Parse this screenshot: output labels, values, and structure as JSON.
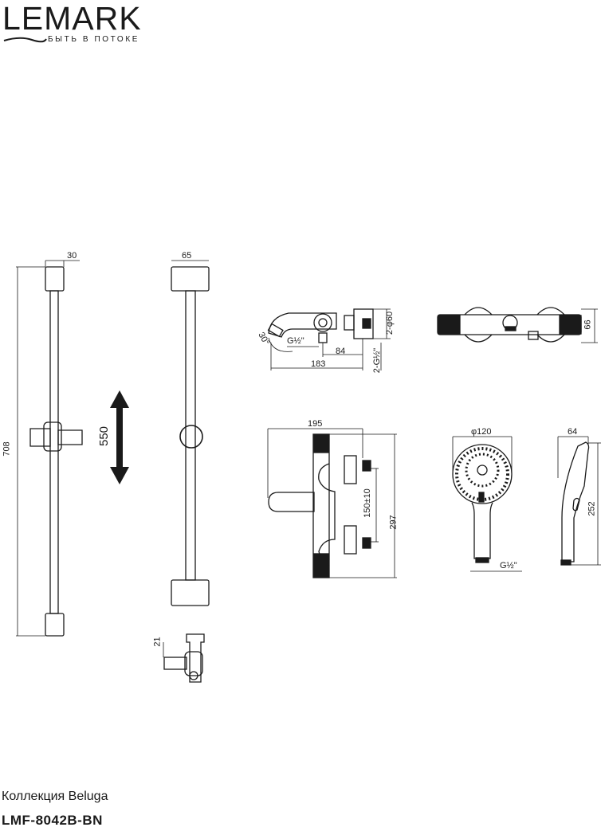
{
  "brand": {
    "name": "LEMARK",
    "tagline": "БЫТЬ В ПОТОКЕ"
  },
  "dimensions": {
    "rail_width": "30",
    "rail_height": "708",
    "slide_travel": "550",
    "rail_depth": "65",
    "holder_offset": "21",
    "mixer_outlet": "G½\"",
    "spout_angle": "30°",
    "mixer_84": "84",
    "mixer_183": "183",
    "mixer_flange": "2-φ60",
    "mixer_inlets": "2-G½\"",
    "mixer_height": "66",
    "mixer_depth": "195",
    "inlet_spacing": "150±10",
    "mixer_length": "297",
    "handshower_diameter": "φ120",
    "handshower_thread": "G½\"",
    "handshower_thickness": "64",
    "handshower_length": "252"
  },
  "footer": {
    "collection": "Коллекция Beluga",
    "model": "LMF-8042B-BN"
  }
}
